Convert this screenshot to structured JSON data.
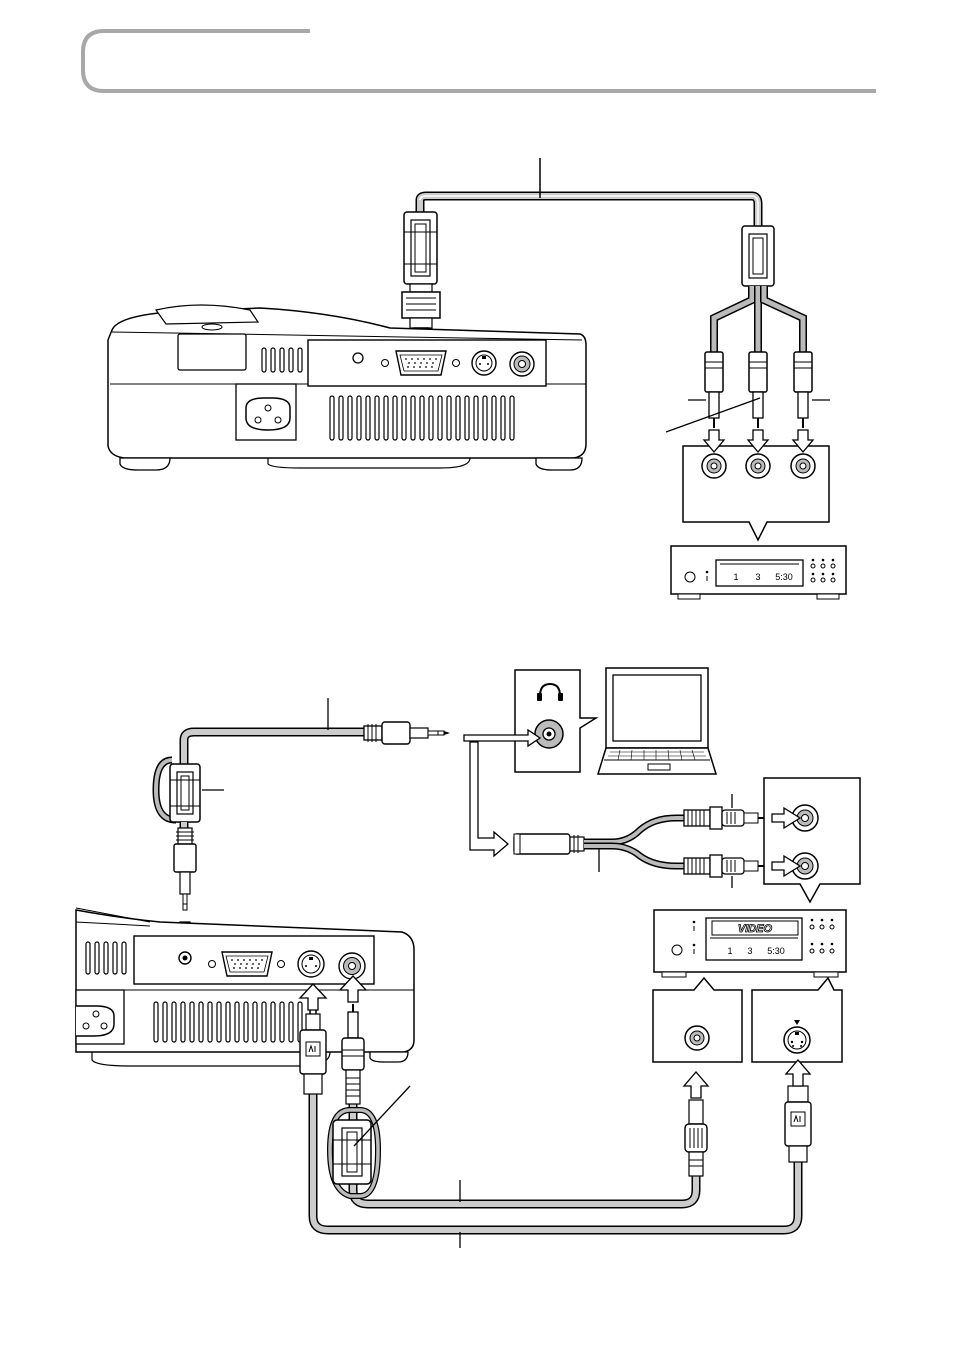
{
  "header": {
    "title": ""
  },
  "dvd_player": {
    "display_digits": [
      "1",
      "3",
      "5:30"
    ]
  },
  "vcr": {
    "badge": "VIDEO",
    "display_digits": [
      "1",
      "3",
      "5:30"
    ]
  },
  "colors": {
    "line": "#000000",
    "cable": "#9a9a9a",
    "header_frame": "#a8a8a8",
    "background": "#ffffff"
  }
}
